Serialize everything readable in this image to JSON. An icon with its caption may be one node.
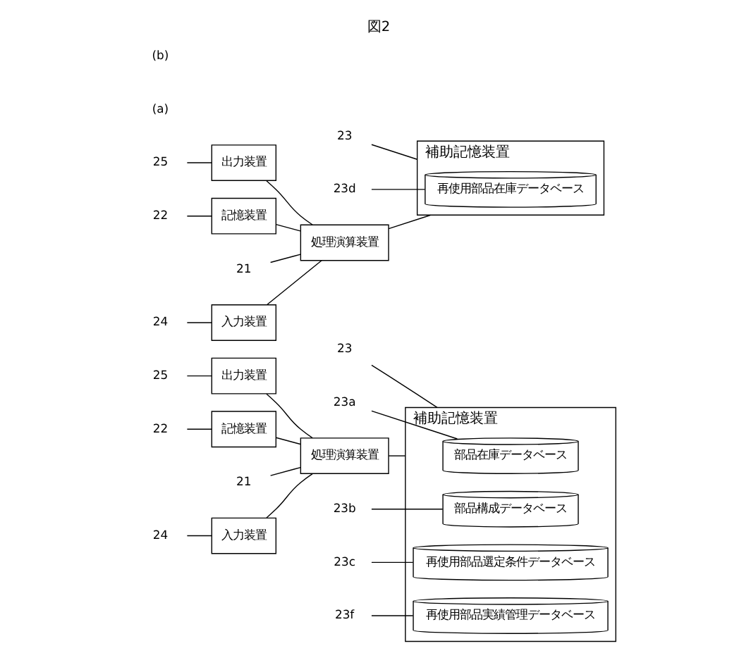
{
  "diagram": {
    "title": "図2",
    "nodes": [
      {
        "text": [
          "入力装置"
        ]
      },
      {
        "text": [
          "出力装置"
        ]
      },
      {
        "text": [
          "記憶装置"
        ]
      },
      {
        "text": [
          "処理演算装置"
        ]
      },
      {
        "text": [
          "補助記憶装置"
        ]
      },
      {
        "text": [
          "部品在庫データベース"
        ],
        "in": 4
      },
      {
        "text": [
          "部品構成データベース"
        ],
        "in": 4
      },
      {
        "text": [
          "再使用部品選定条件データベース"
        ],
        "in": 4
      },
      {
        "text": [
          "再使用部品実績管理データベース"
        ],
        "in": 4
      },
      {
        "text": [
          "24"
        ]
      },
      {
        "text": [
          "25"
        ]
      },
      {
        "text": [
          "22"
        ]
      },
      {
        "text": [
          "21"
        ]
      },
      {
        "text": [
          "23"
        ]
      },
      {
        "text": [
          "23a"
        ]
      },
      {
        "text": [
          "23b"
        ]
      },
      {
        "text": [
          "23c"
        ]
      },
      {
        "text": [
          "23f"
        ]
      },
      {
        "text": [
          "入力装置"
        ]
      },
      {
        "text": [
          "出力装置"
        ]
      },
      {
        "text": [
          "記憶装置"
        ]
      },
      {
        "text": [
          "処理演算装置"
        ]
      },
      {
        "text": [
          "補助記憶装置"
        ]
      },
      {
        "text": [
          "再使用部品在庫データベース"
        ],
        "in": 22
      },
      {
        "text": [
          "24"
        ]
      },
      {
        "text": [
          "25"
        ]
      },
      {
        "text": [
          "22"
        ]
      },
      {
        "text": [
          "21"
        ]
      },
      {
        "text": [
          "23"
        ]
      },
      {
        "text": [
          "23d"
        ]
      }
    ],
    "edges": [
      {
        "from": 0,
        "to": 3,
        "arrow": "none"
      },
      {
        "from": 1,
        "to": 3,
        "arrow": "none"
      },
      {
        "from": 2,
        "to": 3,
        "arrow": "none"
      },
      {
        "from": 3,
        "to": 4,
        "arrow": "none"
      },
      {
        "from": 9,
        "to": 0,
        "arrow": "none"
      },
      {
        "from": 10,
        "to": 1,
        "arrow": "none"
      },
      {
        "from": 11,
        "to": 2,
        "arrow": "none"
      },
      {
        "from": 12,
        "to": 3,
        "arrow": "none"
      },
      {
        "from": 13,
        "to": 4,
        "arrow": "none"
      },
      {
        "from": 14,
        "to": 5,
        "arrow": "none"
      },
      {
        "from": 15,
        "to": 6,
        "arrow": "none"
      },
      {
        "from": 16,
        "to": 7,
        "arrow": "none"
      },
      {
        "from": 17,
        "to": 8,
        "arrow": "none"
      },
      {
        "from": 18,
        "to": 21,
        "arrow": "none"
      },
      {
        "from": 19,
        "to": 21,
        "arrow": "none"
      },
      {
        "from": 20,
        "to": 21,
        "arrow": "none"
      },
      {
        "from": 21,
        "to": 22,
        "arrow": "none"
      },
      {
        "from": 24,
        "to": 18,
        "arrow": "none"
      },
      {
        "from": 25,
        "to": 19,
        "arrow": "none"
      },
      {
        "from": 26,
        "to": 20,
        "arrow": "none"
      },
      {
        "from": 27,
        "to": 21,
        "arrow": "none"
      },
      {
        "from": 28,
        "to": 22,
        "arrow": "none"
      },
      {
        "from": 29,
        "to": 23,
        "arrow": "none"
      }
    ],
    "labels": [
      "(a)",
      "(b)"
    ]
  }
}
